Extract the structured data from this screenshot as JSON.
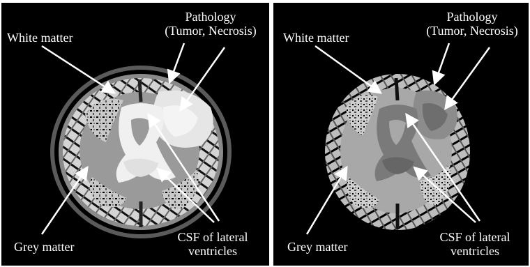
{
  "figure": {
    "panels": [
      {
        "id": "left",
        "labels": {
          "white_matter": "White matter",
          "pathology_title": "Pathology",
          "pathology_detail": "(Tumor, Necrosis)",
          "grey_matter": "Grey matter",
          "csf_line1": "CSF of lateral",
          "csf_line2": "ventricles"
        }
      },
      {
        "id": "right",
        "labels": {
          "white_matter": "White matter",
          "pathology_title": "Pathology",
          "pathology_detail": "(Tumor, Necrosis)",
          "grey_matter": "Grey matter",
          "csf_line1": "CSF of lateral",
          "csf_line2": "ventricles"
        }
      }
    ],
    "colors": {
      "background": "#000000",
      "label_text": "#ffffff",
      "arrow": "#ffffff",
      "white_matter_tissue": "#9a9a9a",
      "grey_matter_tissue": "#d0d0d0",
      "pathology_tissue": "#e6e6e6",
      "csf_tissue": "#808080"
    }
  }
}
